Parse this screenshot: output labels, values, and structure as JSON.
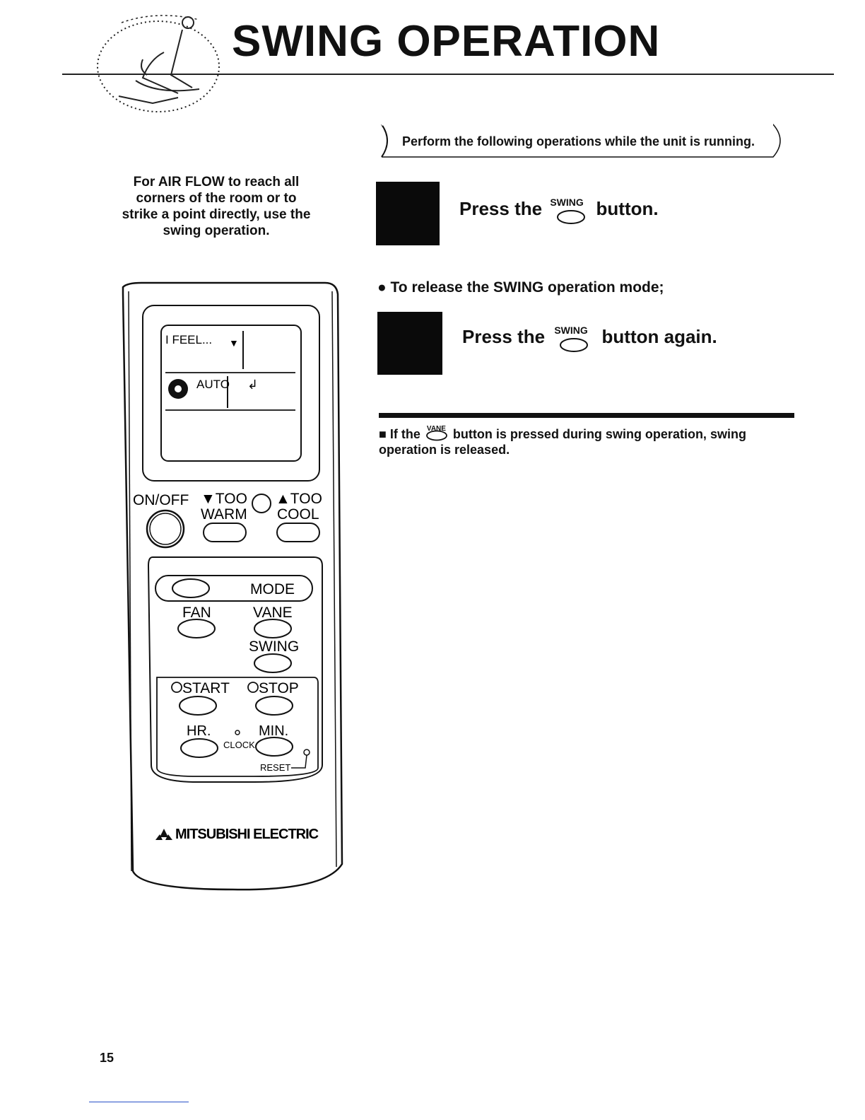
{
  "header": {
    "title": "SWING OPERATION"
  },
  "intro_text": "For AIR FLOW to reach all corners of the room or to strike a point directly, use the swing operation.",
  "banner_text": "Perform the following operations while the unit is running.",
  "steps": [
    {
      "prefix": "Press the",
      "button_label": "SWING",
      "suffix": "button."
    },
    {
      "prefix": "Press the",
      "button_label": "SWING",
      "suffix": "button again."
    }
  ],
  "release_text": "To release the SWING operation mode;",
  "note": {
    "prefix": "If the",
    "button_label": "VANE",
    "suffix": "button is pressed during swing operation, swing operation is released."
  },
  "remote": {
    "display_ifeel": "I FEEL...",
    "display_auto": "AUTO",
    "on_off": "ON/OFF",
    "too_warm_1": "TOO",
    "too_warm_2": "WARM",
    "too_cool_1": "TOO",
    "too_cool_2": "COOL",
    "mode": "MODE",
    "fan": "FAN",
    "vane": "VANE",
    "swing": "SWING",
    "start": "START",
    "stop": "STOP",
    "hr": "HR.",
    "min": "MIN.",
    "clock": "CLOCK",
    "reset": "RESET",
    "brand": "MITSUBISHI ELECTRIC"
  },
  "page_number": "15"
}
